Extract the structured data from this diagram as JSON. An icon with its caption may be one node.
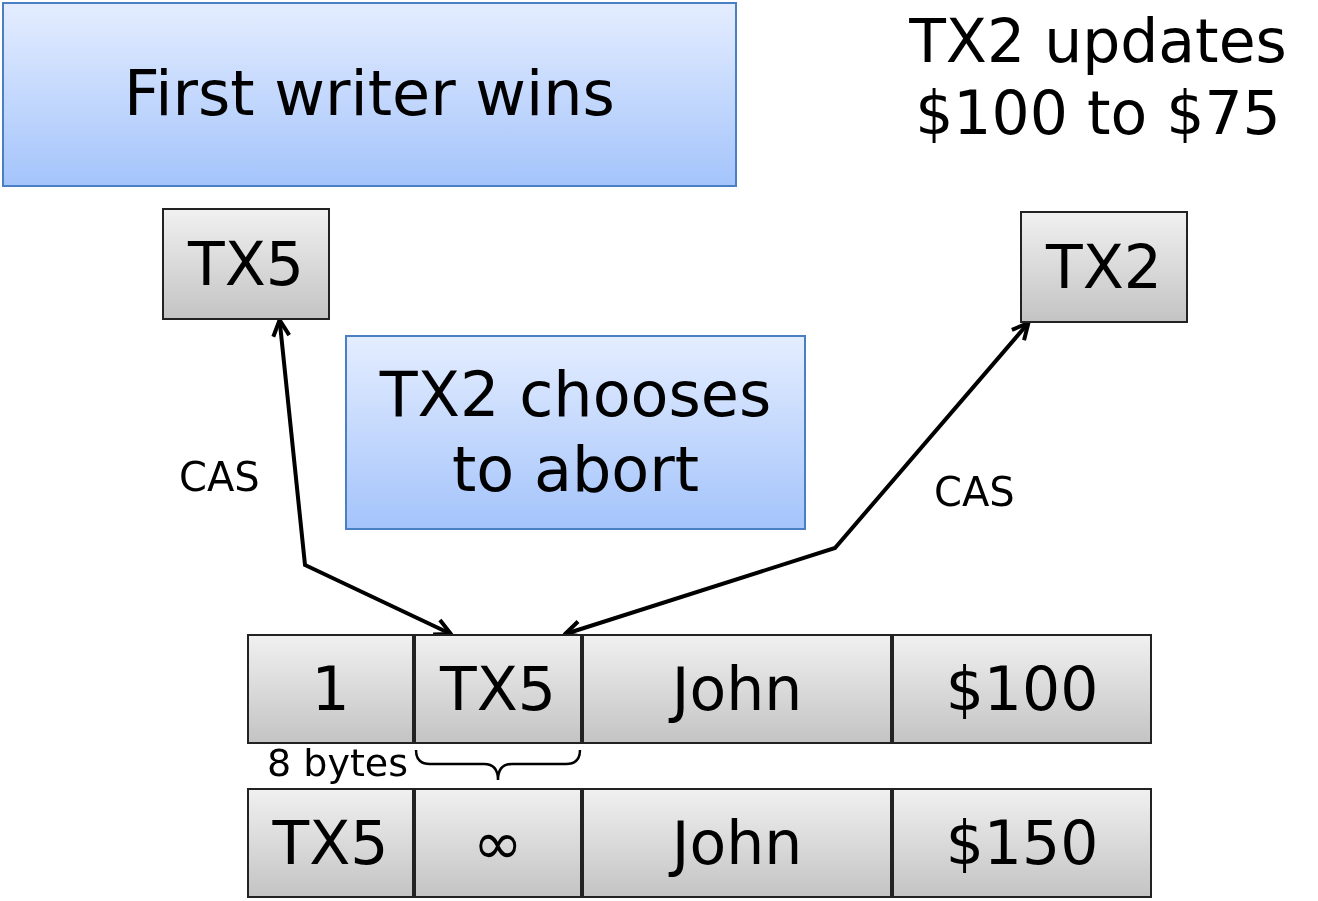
{
  "diagram": {
    "nodes": [
      {
        "text": [
          "First writer wins"
        ]
      },
      {
        "text": [
          "TX5"
        ]
      },
      {
        "text": [
          "TX2"
        ],
        "beside": [
          "TX2 updates $100 to $75"
        ]
      },
      {
        "text": [
          "TX2 chooses to abort"
        ]
      },
      {
        "text": [
          "1"
        ]
      },
      {
        "text": [
          "TX5"
        ]
      },
      {
        "text": [
          "John"
        ]
      },
      {
        "text": [
          "$100"
        ]
      },
      {
        "text": [
          "TX5"
        ]
      },
      {
        "text": [
          "∞"
        ]
      },
      {
        "text": [
          "John"
        ]
      },
      {
        "text": [
          "$150"
        ]
      }
    ],
    "edges": [
      {
        "from": 5,
        "to": 1,
        "arrow": "both",
        "label": "CAS"
      },
      {
        "from": 5,
        "to": 2,
        "arrow": "both",
        "label": "CAS"
      }
    ],
    "labels": [
      "8 bytes"
    ]
  }
}
